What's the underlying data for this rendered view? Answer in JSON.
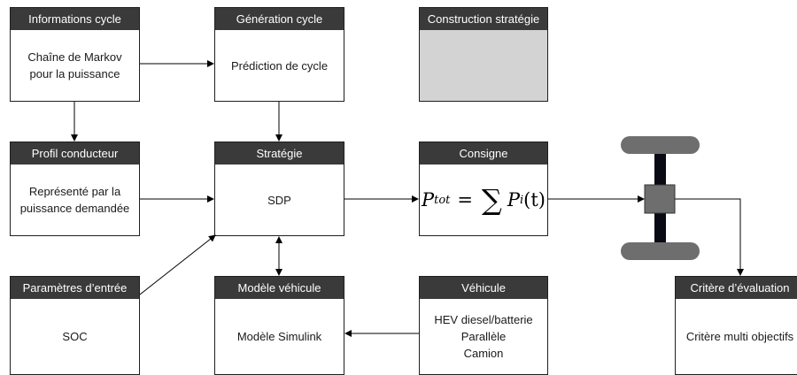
{
  "boxes": {
    "informations_cycle": {
      "title": "Informations cycle",
      "lines": [
        "Chaîne de Markov",
        "pour la puissance"
      ]
    },
    "generation_cycle": {
      "title": "Génération cycle",
      "lines": [
        "Prédiction de cycle"
      ]
    },
    "construction_strategie": {
      "title": "Construction stratégie"
    },
    "profil_conducteur": {
      "title": "Profil conducteur",
      "lines": [
        "Représenté par la",
        "puissance demandée"
      ]
    },
    "strategie": {
      "title": "Stratégie",
      "lines": [
        "SDP"
      ]
    },
    "consigne": {
      "title": "Consigne",
      "formula": {
        "lhs": "P",
        "lhs_sub": "tot",
        "eq": "=",
        "sigma": "∑",
        "term": "P",
        "term_sub": "i",
        "arg": "(t)"
      }
    },
    "parametres_entree": {
      "title": "Paramètres d’entrée",
      "lines": [
        "SOC"
      ]
    },
    "modele_vehicule": {
      "title": "Modèle véhicule",
      "lines": [
        "Modèle Simulink"
      ]
    },
    "vehicule": {
      "title": "Véhicule",
      "lines": [
        "HEV diesel/batterie",
        "Parallèle",
        "Camion"
      ]
    },
    "critere_evaluation": {
      "title": "Critère d’évaluation",
      "lines": [
        "Critère multi objectifs"
      ]
    }
  },
  "colors": {
    "header": "#3a3a3a",
    "gray_fill": "#d3d3d3",
    "vehicle": "#6e6e6e",
    "axle": "#0a0a14"
  }
}
